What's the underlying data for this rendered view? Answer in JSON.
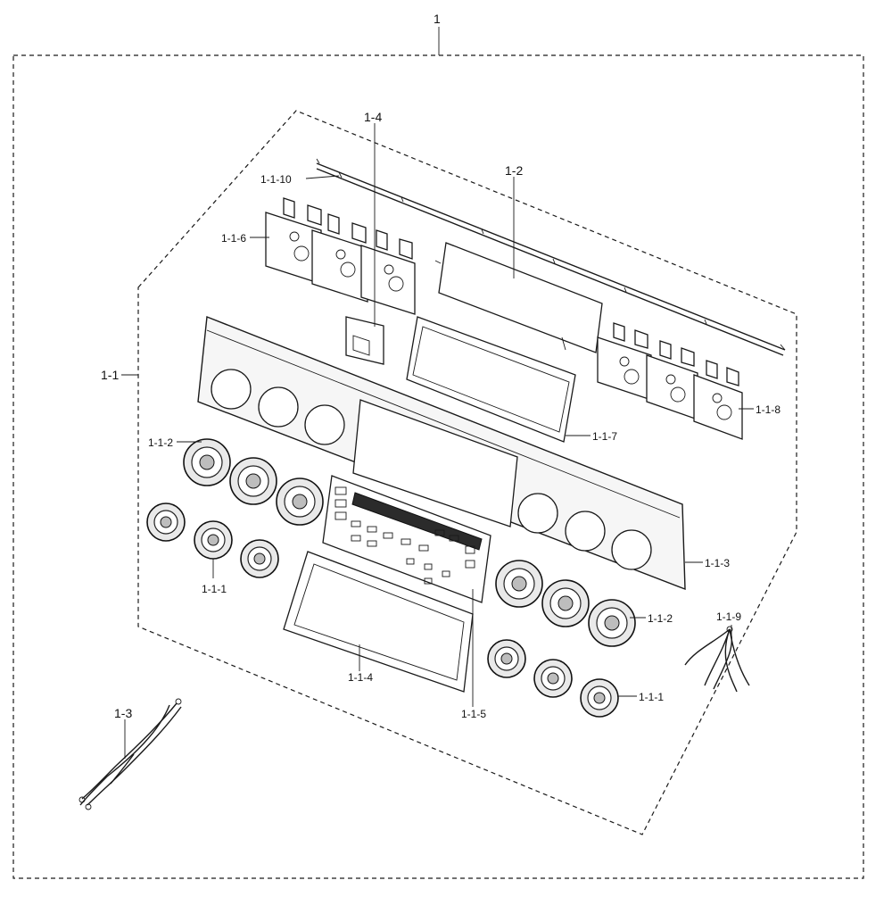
{
  "labels": {
    "assembly": "1",
    "sub_1_1": "1-1",
    "sub_1_2": "1-2",
    "sub_1_3": "1-3",
    "sub_1_4": "1-4",
    "part_1_1_1_a": "1-1-1",
    "part_1_1_1_b": "1-1-1",
    "part_1_1_2_a": "1-1-2",
    "part_1_1_2_b": "1-1-2",
    "part_1_1_3": "1-1-3",
    "part_1_1_4": "1-1-4",
    "part_1_1_5": "1-1-5",
    "part_1_1_6": "1-1-6",
    "part_1_1_7": "1-1-7",
    "part_1_1_8": "1-1-8",
    "part_1_1_9": "1-1-9",
    "part_1_1_10": "1-1-10"
  }
}
